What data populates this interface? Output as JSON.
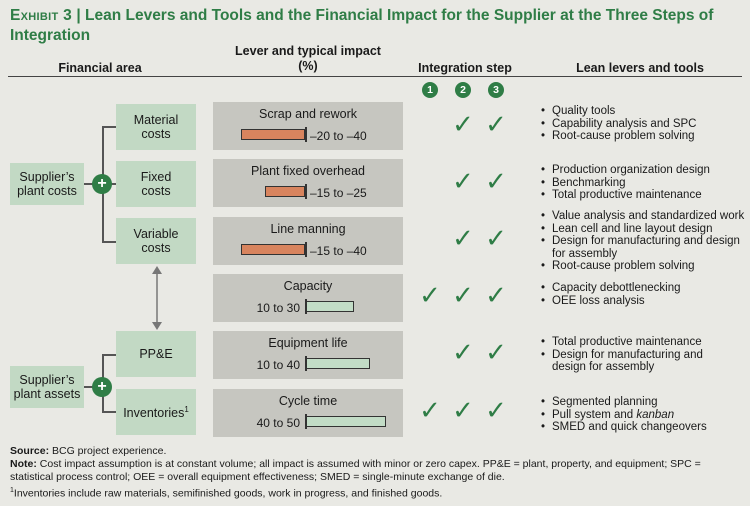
{
  "title": {
    "exhibit": "Exhibit 3",
    "separator": "|",
    "text": "Lean Levers and Tools and the Financial Impact for the Supplier at the Three Steps of Integration"
  },
  "headers": {
    "financial_area": "Financial area",
    "lever": "Lever and typical impact (%)",
    "integration": "Integration step",
    "tools": "Lean levers and tools"
  },
  "steps": [
    "1",
    "2",
    "3"
  ],
  "groups": {
    "plant_costs": "Supplier’s plant costs",
    "plant_assets": "Supplier’s plant assets",
    "plus": "+"
  },
  "areas": {
    "material": "Material costs",
    "fixed": "Fixed costs",
    "variable": "Variable costs",
    "ppe": "PP&E",
    "inventories": "Inventories",
    "inventories_sup": "1"
  },
  "levers": [
    {
      "name": "Scrap and rework",
      "impact": "–20 to –40",
      "direction": "negative",
      "low": -20,
      "high": -40
    },
    {
      "name": "Plant fixed overhead",
      "impact": "–15 to –25",
      "direction": "negative",
      "low": -15,
      "high": -25
    },
    {
      "name": "Line manning",
      "impact": "–15 to –40",
      "direction": "negative",
      "low": -15,
      "high": -40
    },
    {
      "name": "Capacity",
      "impact": "10 to 30",
      "direction": "positive",
      "low": 10,
      "high": 30
    },
    {
      "name": "Equipment life",
      "impact": "10 to 40",
      "direction": "positive",
      "low": 10,
      "high": 40
    },
    {
      "name": "Cycle time",
      "impact": "40 to 50",
      "direction": "positive",
      "low": 40,
      "high": 50
    }
  ],
  "checks": [
    [
      false,
      true,
      true
    ],
    [
      false,
      true,
      true
    ],
    [
      false,
      true,
      true
    ],
    [
      true,
      true,
      true
    ],
    [
      false,
      true,
      true
    ],
    [
      true,
      true,
      true
    ]
  ],
  "check_glyph": "✓",
  "tools": [
    [
      "Quality tools",
      "Capability analysis and SPC",
      "Root-cause problem solving"
    ],
    [
      "Production organization design",
      "Benchmarking",
      "Total productive maintenance"
    ],
    [
      "Value analysis and standardized work",
      "Lean cell and line layout design",
      "Design for manufacturing and design for assembly",
      "Root-cause problem solving"
    ],
    [
      "Capacity debottlenecking",
      "OEE loss analysis"
    ],
    [
      "Total productive maintenance",
      "Design for manufacturing and design for assembly"
    ],
    [
      "Segmented planning",
      "Pull system and kanban",
      "SMED and quick changeovers"
    ]
  ],
  "footer": {
    "source_label": "Source:",
    "source": "BCG project experience.",
    "note_label": "Note:",
    "note": "Cost impact assumption is at constant volume; all impact is assumed with minor or zero capex. PP&E = plant, property, and equipment; SPC = statistical process control; OEE = overall equipment effectiveness; SMED = single-minute exchange of die.",
    "footnote_mark": "1",
    "footnote": "Inventories include raw materials, semifinished goods, work in progress, and finished goods."
  },
  "colors": {
    "accent": "#2f7d46",
    "green_box": "#c2d9c4",
    "lever_box": "#c6c6c0",
    "negative_bar": "#d8845e",
    "positive_bar": "#c2dcc6"
  }
}
